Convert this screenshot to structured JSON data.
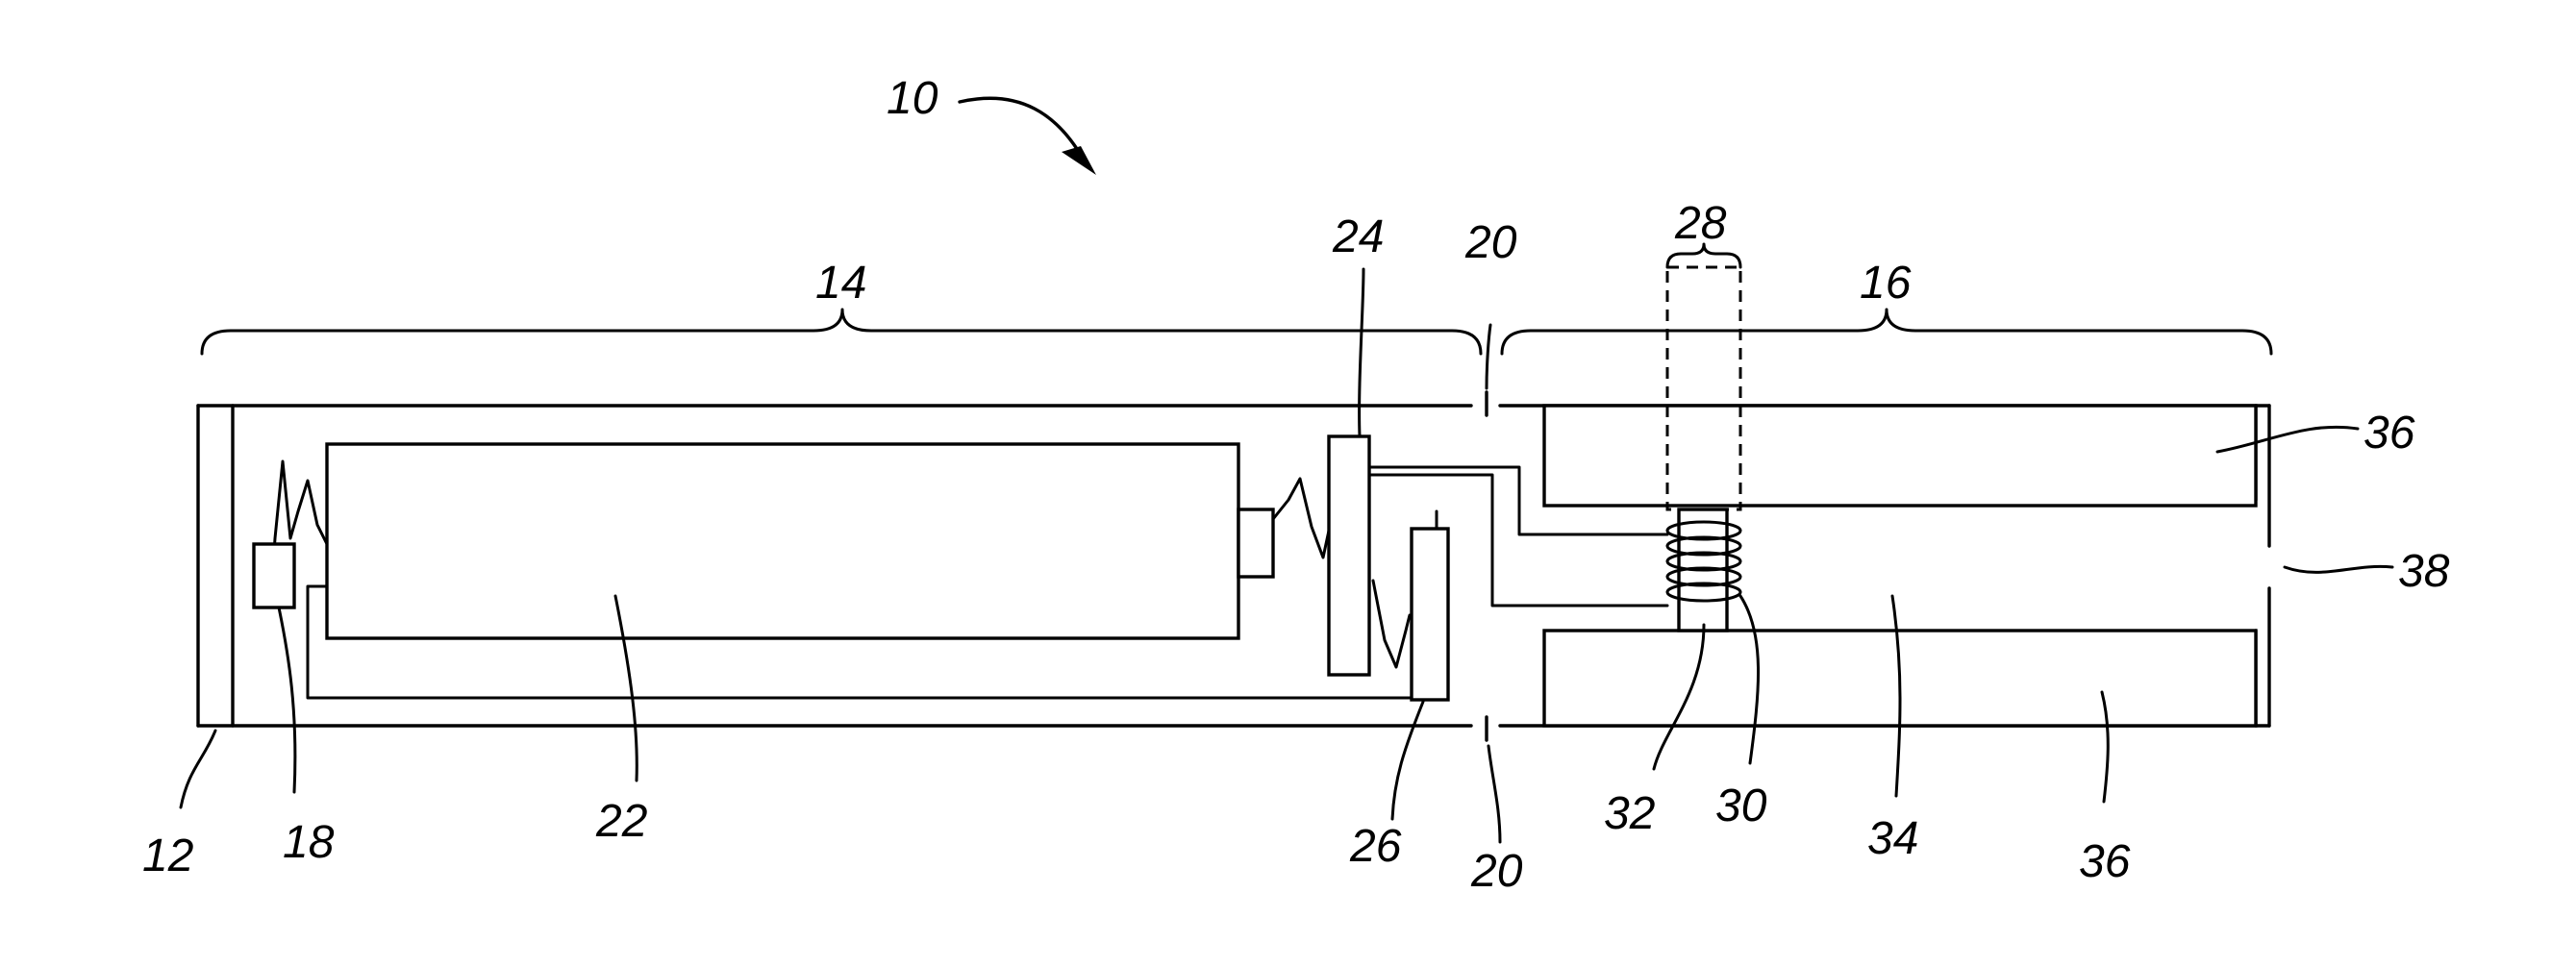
{
  "figure": {
    "labels": {
      "device": "10",
      "end_cap": "12",
      "battery_section": "14",
      "atomizer_section": "16",
      "sensor": "18",
      "connector": "20",
      "connector_bottom": "20",
      "battery": "22",
      "control_board": "24",
      "led": "26",
      "heater_assembly": "28",
      "coil": "30",
      "wick": "32",
      "air_channel": "34",
      "reservoir_top": "36",
      "reservoir_bottom": "36",
      "outlet": "38"
    }
  }
}
